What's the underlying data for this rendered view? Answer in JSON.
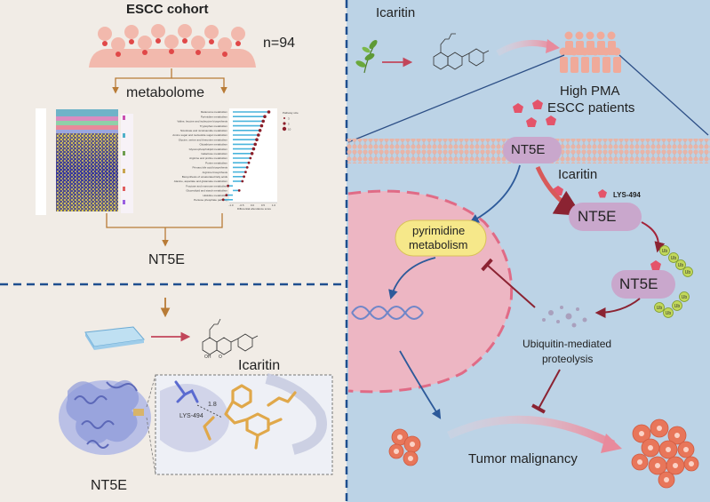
{
  "left": {
    "cohort_title": "ESCC cohort",
    "sample_size": "n=94",
    "metabolome_label": "metabolome",
    "target_label": "NT5E",
    "drug_label": "Icaritin",
    "protein_label": "NT5E",
    "residue_label": "LYS-494",
    "distance_label": "1.8",
    "pathway_list": [
      "Melanoma metabolism",
      "Pyrimidine metabolism",
      "Valine, leucine and isoleucine biosynthesis",
      "Tryptophan metabolism",
      "Nicotinate and nicotinamide metabolism",
      "Amino sugar and nucleotide sugar metabolism",
      "Glycine, serine and threonine metabolism",
      "Glutathione metabolism",
      "Glycerophospholipid metabolism",
      "Galactose metabolism",
      "Arginine and proline metabolism",
      "Purine metabolism",
      "Primary bile acid biosynthesis",
      "Arginine biosynthesis",
      "Biosynthesis of unsaturated fatty acids",
      "Alanine, aspartate and glutamate metabolism",
      "Fructose and mannose metabolism",
      "Glycerolipid and starch metabolism",
      "Histidine metabolism",
      "Pentose phosphate pathway"
    ],
    "pathway_axis_label": "Differential abundance score",
    "pathway_ticks": [
      "-1.0",
      "-0.5",
      "0.0",
      "0.5",
      "1.0"
    ],
    "pathway_legend_title": "Pathway size",
    "pathway_legend_values": [
      "3",
      "5",
      "10"
    ]
  },
  "right": {
    "drug_label": "Icaritin",
    "patients_line1": "High PMA",
    "patients_line2": "ESCC patients",
    "nt5e_membrane": "NT5E",
    "icaritin_mid": "Icaritin",
    "nt5e_bound": "NT5E",
    "lys_label": "LYS-494",
    "nt5e_ubiquitinated": "NT5E",
    "pathway_line1": "pyrimidine",
    "pathway_line2": "metabolism",
    "proteolysis_line1": "Ubiquitin-mediated",
    "proteolysis_line2": "proteolysis",
    "outcome_label": "Tumor malignancy",
    "ub_label": "Ub"
  },
  "colors": {
    "left_bg": "#f1ece6",
    "right_bg": "#bcd3e6",
    "protein_purple": "#c9a7cc",
    "drug_pink": "#e4546a",
    "tumor_pink": "#f3b6c0",
    "pathway_yellow": "#f6e88a",
    "ub_green": "#c2d85a",
    "arrow_brown": "#b87b36",
    "divider_blue": "#1f4f8f"
  }
}
